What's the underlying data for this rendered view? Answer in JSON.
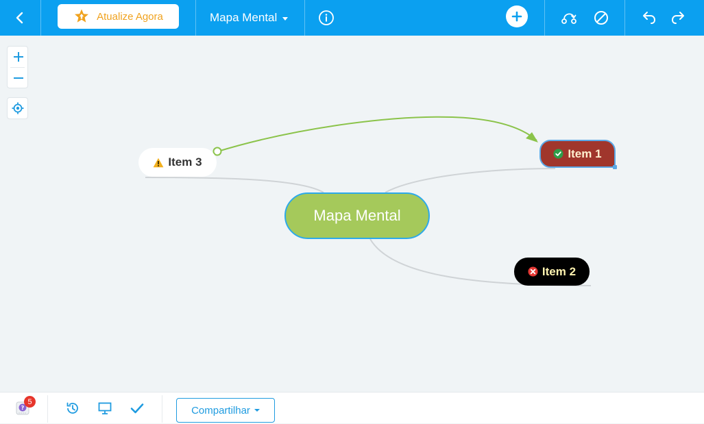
{
  "toolbar": {
    "upgrade_label": "Atualize Agora",
    "map_title": "Mapa Mental",
    "back_icon": "chevron-left-icon",
    "info_icon": "info-icon",
    "add_icon": "plus-circle-icon",
    "connect_icon": "connection-icon",
    "clear_icon": "no-style-icon",
    "undo_icon": "undo-icon",
    "redo_icon": "redo-icon",
    "accent_color": "#0ba0f0",
    "upgrade_color": "#f0a21e"
  },
  "zoom": {
    "zoom_in_icon": "plus-icon",
    "zoom_out_icon": "minus-icon",
    "locate_icon": "crosshair-icon"
  },
  "mindmap": {
    "central": {
      "label": "Mapa Mental",
      "color": "#a5c95b",
      "border": "#2ca9ea"
    },
    "nodes": [
      {
        "label": "Item 1",
        "icon": "check-circle-icon",
        "color": "#a0362c",
        "text_color": "#fff0d0"
      },
      {
        "label": "Item 2",
        "icon": "x-circle-icon",
        "color": "#000000",
        "text_color": "#fff3b0"
      },
      {
        "label": "Item 3",
        "icon": "warning-icon",
        "color": "#ffffff",
        "text_color": "#333333"
      }
    ],
    "relationship_color": "#8bc34a"
  },
  "bottom": {
    "help_badge_count": "5",
    "help_icon": "help-icon",
    "history_icon": "history-icon",
    "presentation_icon": "presentation-icon",
    "check_icon": "check-icon",
    "share_label": "Compartilhar"
  }
}
